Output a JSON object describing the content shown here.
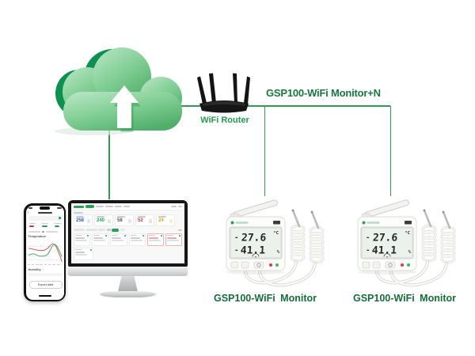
{
  "colors": {
    "accent_green": "#2f9e53",
    "network_label_green": "#17793f",
    "router_label_green": "#1f9e50",
    "device_label_green": "#156e3a",
    "cloud_light": "#bce8c6",
    "cloud_dark": "#4fae69",
    "cloud_back": "#0e9150",
    "chart_line_red": "#e4574f",
    "chart_line_green": "#3db56c"
  },
  "cloud": {
    "icon": "cloud-upload-icon"
  },
  "router": {
    "label": "WiFi Router",
    "icon": "wifi-router-icon"
  },
  "network_label": "GSP100-WiFi Monitor+N",
  "devices": [
    {
      "label": "GSP100-WiFi Monitor",
      "lcd": {
        "row1_prefix": "-",
        "row1_value": "27.6",
        "row1_unit": "°C",
        "row2_prefix": "-",
        "row2_value": "41.1",
        "row2_unit": "%"
      }
    },
    {
      "label": "GSP100-WiFi Monitor",
      "lcd": {
        "row1_prefix": "-",
        "row1_value": "27.6",
        "row1_unit": "°C",
        "row2_prefix": "-",
        "row2_value": "41.1",
        "row2_unit": "%"
      }
    }
  ],
  "desktop_dashboard": {
    "stats": [
      {
        "value": "258",
        "color": "#2e5bd7"
      },
      {
        "value": "240",
        "color": "#1fa355"
      },
      {
        "value": "58",
        "color": "#4a5560"
      },
      {
        "value": "52",
        "color": "#e03131"
      },
      {
        "value": "24",
        "color": "#f59f00"
      }
    ]
  },
  "phone_app": {
    "temperature_label": "Temperature",
    "humidity_label": "Humidity",
    "export_button": "Export data"
  }
}
